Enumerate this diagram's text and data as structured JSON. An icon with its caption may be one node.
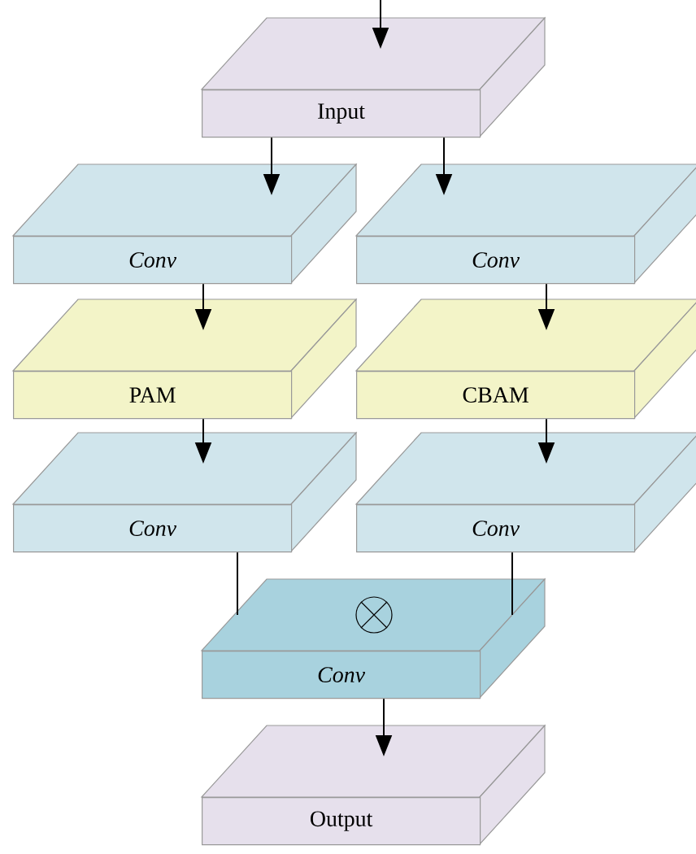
{
  "diagram": {
    "nodes": [
      {
        "text": [
          "Input"
        ]
      },
      {
        "text": [
          "Conv"
        ]
      },
      {
        "text": [
          "Conv"
        ]
      },
      {
        "text": [
          "PAM"
        ]
      },
      {
        "text": [
          "CBAM"
        ]
      },
      {
        "text": [
          "Conv"
        ]
      },
      {
        "text": [
          "Conv"
        ]
      },
      {
        "text": [
          "Conv"
        ]
      },
      {
        "text": [
          "Output"
        ]
      }
    ],
    "edges": [
      {
        "from": null,
        "to": 0,
        "arrow": "to"
      },
      {
        "from": 0,
        "to": 1,
        "arrow": "to"
      },
      {
        "from": 0,
        "to": 2,
        "arrow": "to"
      },
      {
        "from": 1,
        "to": 3,
        "arrow": "to"
      },
      {
        "from": 2,
        "to": 4,
        "arrow": "to"
      },
      {
        "from": 3,
        "to": 5,
        "arrow": "to"
      },
      {
        "from": 4,
        "to": 6,
        "arrow": "to"
      },
      {
        "from": 5,
        "to": 7,
        "arrow": "none"
      },
      {
        "from": 6,
        "to": 7,
        "arrow": "none"
      },
      {
        "from": 7,
        "to": 8,
        "arrow": "to"
      }
    ]
  }
}
